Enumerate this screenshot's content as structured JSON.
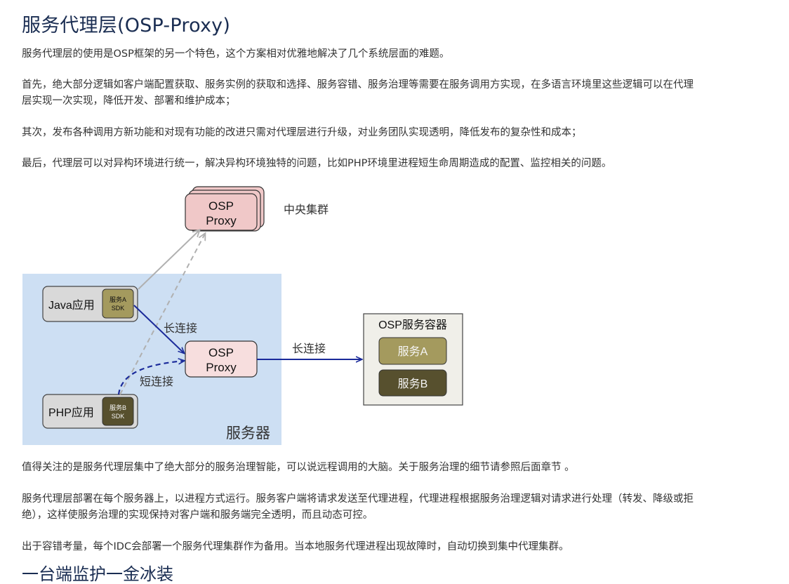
{
  "section": {
    "title": "服务代理层(OSP-Proxy)",
    "paragraphs": [
      "服务代理层的使用是OSP框架的另一个特色，这个方案相对优雅地解决了几个系统层面的难题。",
      "首先，绝大部分逻辑如客户端配置获取、服务实例的获取和选择、服务容错、服务治理等需要在服务调用方实现，在多语言环境里这些逻辑可以在代理层实现一次实现，降低开发、部署和维护成本；",
      "其次，发布各种调用方新功能和对现有功能的改进只需对代理层进行升级，对业务团队实现透明，降低发布的复杂性和成本；",
      "最后，代理层可以对异构环境进行统一，解决异构环境独特的问题，比如PHP环境里进程短生命周期造成的配置、监控相关的问题。"
    ],
    "paragraphs_after": [
      "值得关注的是服务代理层集中了绝大部分的服务治理智能，可以说远程调用的大脑。关于服务治理的细节请参照后面章节 。",
      "服务代理层部署在每个服务器上，以进程方式运行。服务客户端将请求发送至代理进程，代理进程根据服务治理逻辑对请求进行处理（转发、降级或拒绝），这样使服务治理的实现保持对客户端和服务端完全透明，而且动态可控。",
      "出于容错考量，每个IDC会部署一个服务代理集群作为备用。当本地服务代理进程出现故障时，自动切换到集中代理集群。"
    ],
    "next_heading_partial": "一台端监护一金冰装"
  },
  "diagram": {
    "central_proxy": {
      "line1": "OSP",
      "line2": "Proxy",
      "label": "中央集群"
    },
    "server_label": "服务器",
    "java_app": {
      "label": "Java应用",
      "sdk_line1": "服务A",
      "sdk_line2": "SDK"
    },
    "php_app": {
      "label": "PHP应用",
      "sdk_line1": "服务B",
      "sdk_line2": "SDK"
    },
    "local_proxy": {
      "line1": "OSP",
      "line2": "Proxy"
    },
    "long_conn_1": "长连接",
    "short_conn": "短连接",
    "long_conn_2": "长连接",
    "container": {
      "title": "OSP服务容器",
      "service_a": "服务A",
      "service_b": "服务B"
    },
    "colors": {
      "server_bg": "#cddff3",
      "proxy_fill": "#f0c8c8",
      "proxy_local_fill": "#f7dede",
      "sdk_a_fill": "#a49a5e",
      "sdk_b_fill": "#57502e",
      "app_fill": "#d9d9d9",
      "container_fill": "#f0efe9",
      "arrow_blue": "#1a2a9a",
      "arrow_gray": "#b0b0b0"
    }
  }
}
